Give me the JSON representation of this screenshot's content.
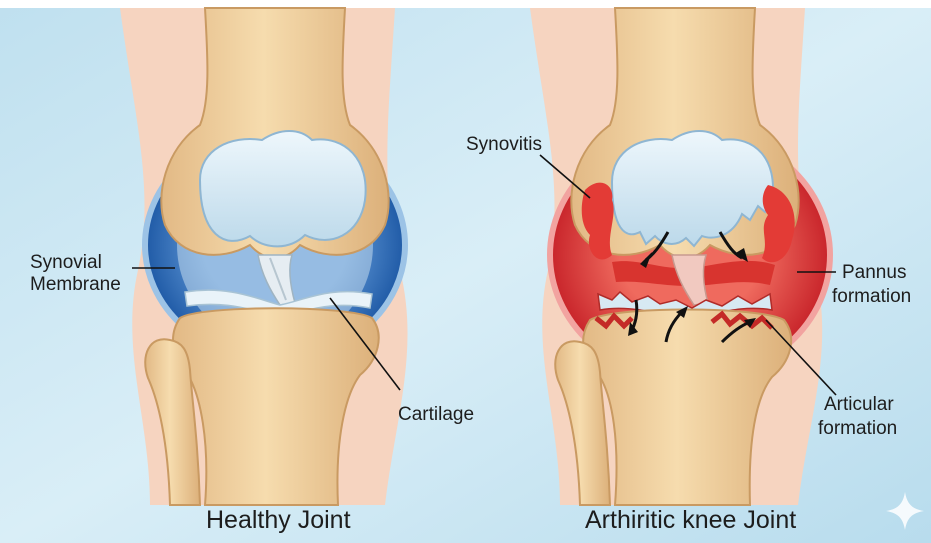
{
  "panels": {
    "healthy": {
      "caption": "Healthy Joint",
      "labels": {
        "synovial_line1": "Synovial",
        "synovial_line2": "Membrane",
        "cartilage": "Cartilage"
      }
    },
    "arthritic": {
      "caption": "Arthiritic knee Joint",
      "labels": {
        "synovitis": "Synovitis",
        "pannus_line1": "Pannus",
        "pannus_line2": "formation",
        "articular_line1": "Articular",
        "articular_line2": "formation"
      }
    }
  },
  "colors": {
    "background": "#cde7f2",
    "skin": "#f6d4c0",
    "bone": "#f1d2a2",
    "bone_shadow": "#d9b27c",
    "cartilage": "#dcecf6",
    "healthy_membrane": "#2f6fb8",
    "inflamed_membrane": "#d93a3a",
    "ligament": "#e8eef2",
    "arrow": "#111111"
  }
}
